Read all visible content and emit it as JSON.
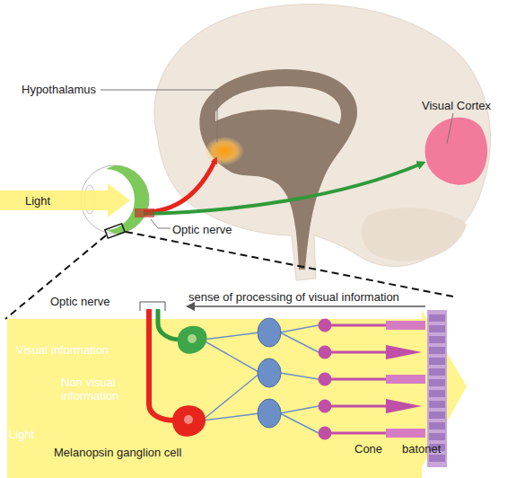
{
  "diagram": {
    "labels": [
      "Hypothalamus",
      "Visual Cortex",
      "Light",
      "Optic nerve",
      "Optic nerve",
      "sense of processing of visual information",
      "Visual information",
      "Non visual information",
      "Light",
      "Melanopsin ganglion cell",
      "Cone",
      "batonet"
    ]
  }
}
